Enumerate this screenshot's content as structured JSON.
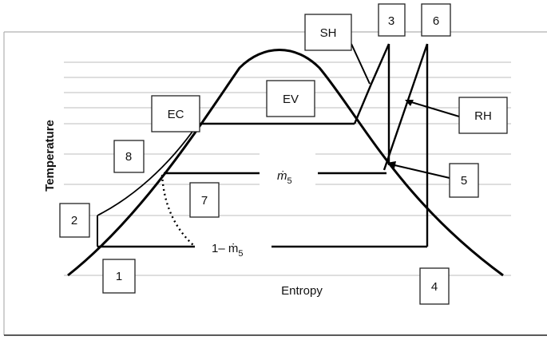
{
  "diagram": {
    "y_axis_label": "Temperature",
    "x_axis_label": "Entropy",
    "stream_label_main": "ṁ",
    "stream_label_main_sub": "5",
    "stream_label_rest": "1– ṁ",
    "stream_label_rest_sub": "5",
    "state_labels": {
      "s1": "1",
      "s2": "2",
      "s3": "3",
      "s4": "4",
      "s5": "5",
      "s6": "6",
      "s7": "7",
      "s8": "8"
    },
    "component_labels": {
      "sh": "SH",
      "ev": "EV",
      "ec": "EC",
      "rh": "RH"
    },
    "colors": {
      "line": "#000000",
      "grid": "#bdbdbd",
      "frame": "#b0b0b0"
    }
  }
}
